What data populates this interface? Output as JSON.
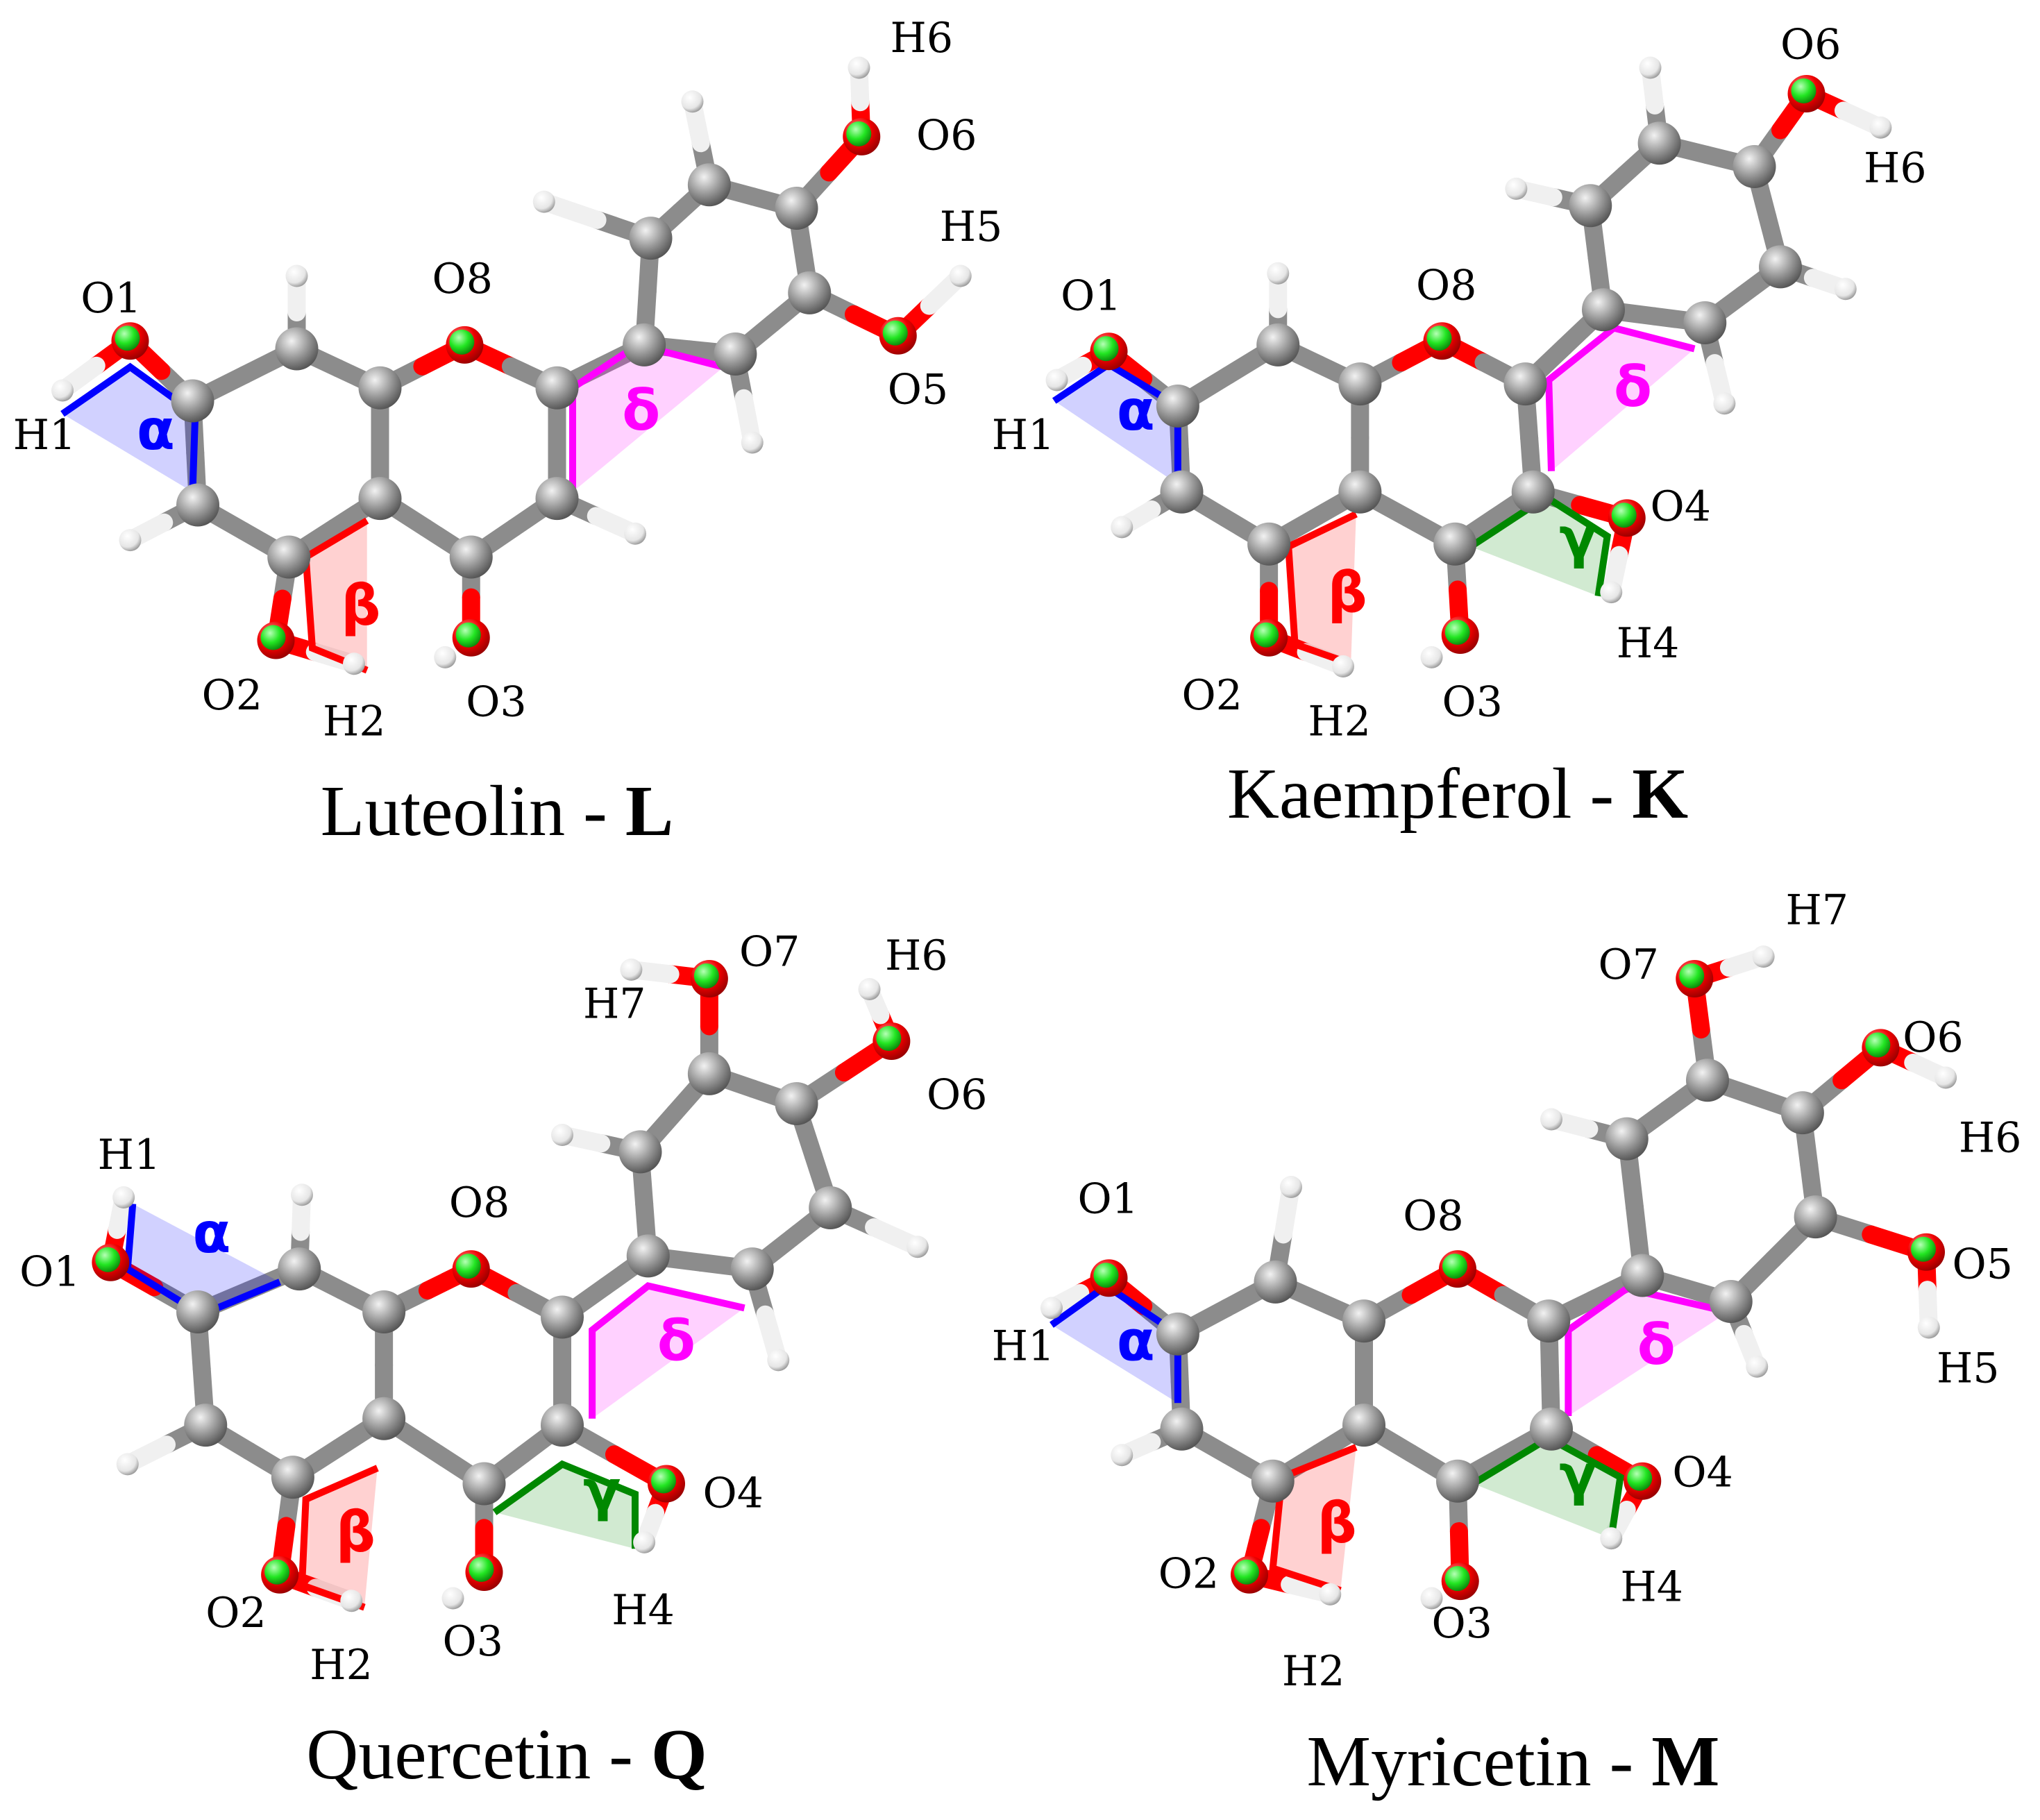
{
  "colors": {
    "carbon": "#8c8c8c",
    "hydrogen": "#f0f0f0",
    "oxygen": "#ff0000",
    "oxygen_marker": "#22e622",
    "alpha": "#0000ff",
    "beta": "#ff0000",
    "gamma": "#008800",
    "delta": "#ff00ff"
  },
  "angle_symbols": {
    "alpha": "α",
    "beta": "β",
    "gamma": "γ",
    "delta": "δ"
  },
  "molecules": [
    {
      "id": "luteolin",
      "caption_name": "Luteolin - ",
      "caption_code": "L",
      "labels": [
        "O1",
        "H1",
        "O2",
        "H2",
        "O3",
        "O8",
        "O5",
        "H5",
        "O6",
        "H6"
      ],
      "angles": [
        "alpha",
        "beta",
        "delta"
      ]
    },
    {
      "id": "kaempferol",
      "caption_name": "Kaempferol - ",
      "caption_code": "K",
      "labels": [
        "O1",
        "H1",
        "O2",
        "H2",
        "O3",
        "O8",
        "O4",
        "H4",
        "O6",
        "H6"
      ],
      "angles": [
        "alpha",
        "beta",
        "gamma",
        "delta"
      ]
    },
    {
      "id": "quercetin",
      "caption_name": "Quercetin - ",
      "caption_code": "Q",
      "labels": [
        "H1",
        "O1",
        "O2",
        "H2",
        "O3",
        "O8",
        "O4",
        "H4",
        "H7",
        "O7",
        "H6",
        "O6"
      ],
      "angles": [
        "alpha",
        "beta",
        "gamma",
        "delta"
      ]
    },
    {
      "id": "myricetin",
      "caption_name": "Myricetin - ",
      "caption_code": "M",
      "labels": [
        "O1",
        "H1",
        "O2",
        "H2",
        "O3",
        "O8",
        "O4",
        "H4",
        "O7",
        "H7",
        "O6",
        "H6",
        "O5",
        "H5"
      ],
      "angles": [
        "alpha",
        "beta",
        "gamma",
        "delta"
      ]
    }
  ]
}
